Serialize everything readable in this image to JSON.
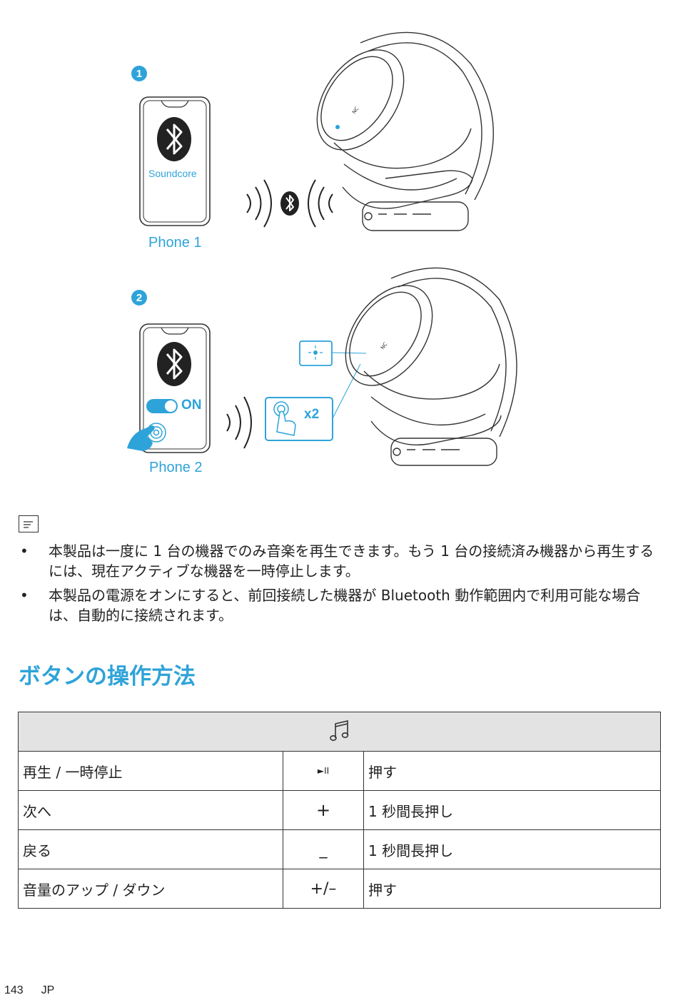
{
  "figure": {
    "steps": [
      "1",
      "2"
    ],
    "app_name": "Soundcore",
    "phone1_label": "Phone 1",
    "phone2_label": "Phone 2",
    "toggle_label": "ON",
    "tap_count": "x2",
    "nc_label": "NC"
  },
  "notes": [
    "本製品は一度に 1 台の機器でのみ音楽を再生できます。もう 1 台の接続済み機器から再生するには、現在アクティブな機器を一時停止します。",
    "本製品の電源をオンにすると、前回接続した機器が Bluetooth 動作範囲内で利用可能な場合は、自動的に接続されます。"
  ],
  "section_title": "ボタンの操作方法",
  "table": {
    "header_icon": "music-note-icon",
    "rows": [
      {
        "action": "再生 / 一時停止",
        "button": "►II",
        "operation": "押す"
      },
      {
        "action": "次へ",
        "button": "+",
        "operation": "1 秒間長押し"
      },
      {
        "action": "戻る",
        "button": "_",
        "operation": "1 秒間長押し"
      },
      {
        "action": "音量のアップ / ダウン",
        "button": "+/–",
        "operation": "押す"
      }
    ]
  },
  "footer": {
    "page_number": "143",
    "language": "JP"
  },
  "colors": {
    "accent": "#2ea3d9",
    "line": "#333333",
    "table_header": "#e3e3e3"
  }
}
